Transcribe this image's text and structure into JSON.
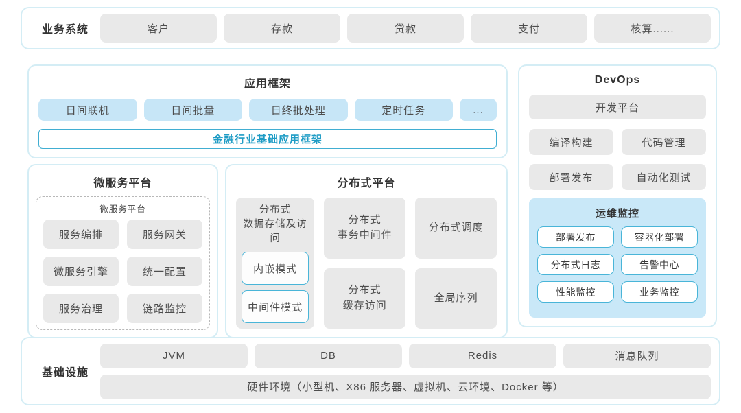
{
  "colors": {
    "panel_border": "#d4edf5",
    "box_gray": "#e9e9e9",
    "box_blue": "#c7e6f7",
    "accent_teal_border": "#41aed2",
    "accent_teal_text": "#1f9cc5",
    "ops_monitor_bg": "#c9e8f8"
  },
  "business_systems": {
    "label": "业务系统",
    "items": [
      "客户",
      "存款",
      "贷款",
      "支付",
      "核算......"
    ]
  },
  "app_framework": {
    "title": "应用框架",
    "items": [
      "日间联机",
      "日间批量",
      "日终批处理",
      "定时任务",
      "..."
    ],
    "base": "金融行业基础应用框架"
  },
  "micro_platform": {
    "title": "微服务平台",
    "inner_title": "微服务平台",
    "items": [
      "服务编排",
      "服务网关",
      "微服务引擎",
      "统一配置",
      "服务治理",
      "链路监控"
    ]
  },
  "dist_platform": {
    "title": "分布式平台",
    "storage": {
      "title": "分布式\n数据存储及访问",
      "modes": [
        "内嵌模式",
        "中间件模式"
      ]
    },
    "transaction": "分布式\n事务中间件",
    "schedule": "分布式调度",
    "cache": "分布式\n缓存访问",
    "sequence": "全局序列"
  },
  "devops": {
    "title": "DevOps",
    "platform": "开发平台",
    "items": [
      "编译构建",
      "代码管理",
      "部署发布",
      "自动化测试"
    ],
    "ops_monitor": {
      "title": "运维监控",
      "items": [
        "部署发布",
        "容器化部署",
        "分布式日志",
        "告警中心",
        "性能监控",
        "业务监控"
      ]
    }
  },
  "infrastructure": {
    "label": "基础设施",
    "items": [
      "JVM",
      "DB",
      "Redis",
      "消息队列"
    ],
    "hardware": "硬件环境（小型机、X86 服务器、虚拟机、云环境、Docker 等）"
  }
}
